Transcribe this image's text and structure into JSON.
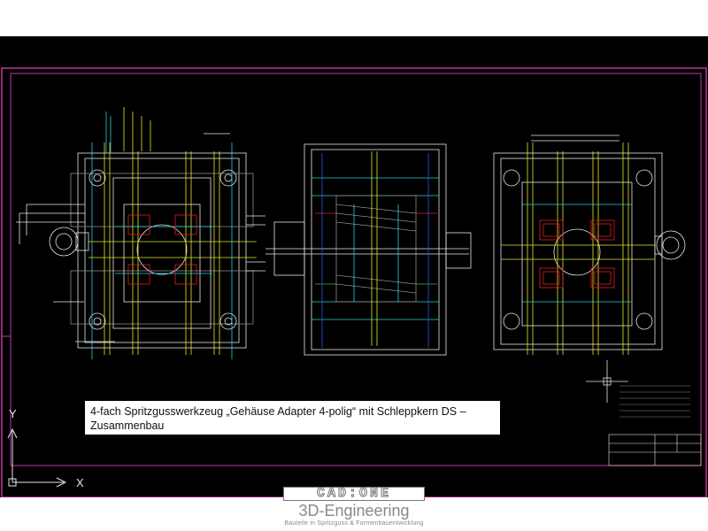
{
  "drawing": {
    "caption": "4-fach Spritzgusswerkzeug „Gehäuse Adapter 4-polig“ mit Schleppkern DS – Zusammenbau",
    "ucs": {
      "y_label": "Y",
      "x_label": "X"
    },
    "colors": {
      "background": "#000000",
      "frame": "#c0379a",
      "white": "#e8e8e8",
      "yellow": "#e6e626",
      "cyan": "#2fd0d6",
      "red": "#e02020",
      "green": "#2ec040",
      "blue": "#3050ff",
      "gray": "#8a8a8a"
    },
    "views": [
      "front-view",
      "section-view",
      "back-view"
    ]
  },
  "logo": {
    "brand": "CAD:ONE",
    "subtitle": "3D-Engineering",
    "tagline": "Bauteile in Spritzguss  &  Formenbauentwicklung"
  }
}
